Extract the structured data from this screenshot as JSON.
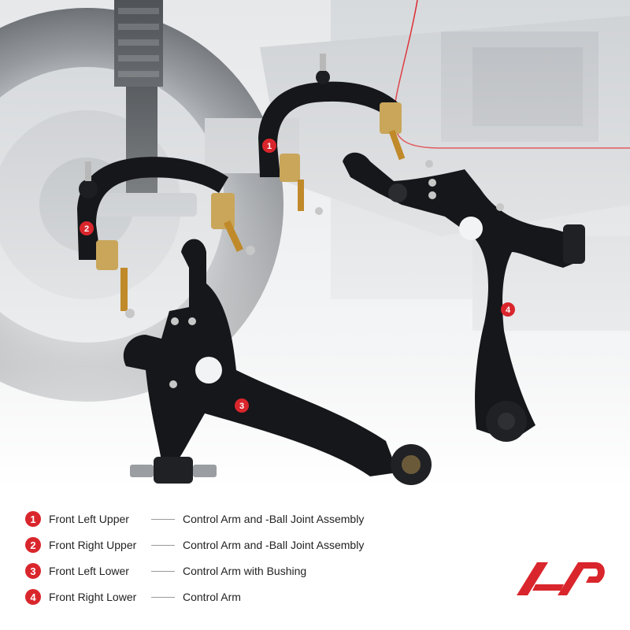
{
  "accent_color": "#d9262c",
  "callouts": [
    {
      "number": "1"
    },
    {
      "number": "2"
    },
    {
      "number": "3"
    },
    {
      "number": "4"
    }
  ],
  "legend": [
    {
      "number": "1",
      "part": "Front Left Upper",
      "description": "Control Arm and -Ball Joint Assembly"
    },
    {
      "number": "2",
      "part": "Front Right Upper",
      "description": "Control Arm and -Ball Joint Assembly"
    },
    {
      "number": "3",
      "part": "Front Left Lower",
      "description": "Control Arm with Bushing"
    },
    {
      "number": "4",
      "part": "Front Right Lower",
      "description": "Control Arm"
    }
  ],
  "brand": {
    "logo_icon": "a-premium-logo-icon"
  }
}
